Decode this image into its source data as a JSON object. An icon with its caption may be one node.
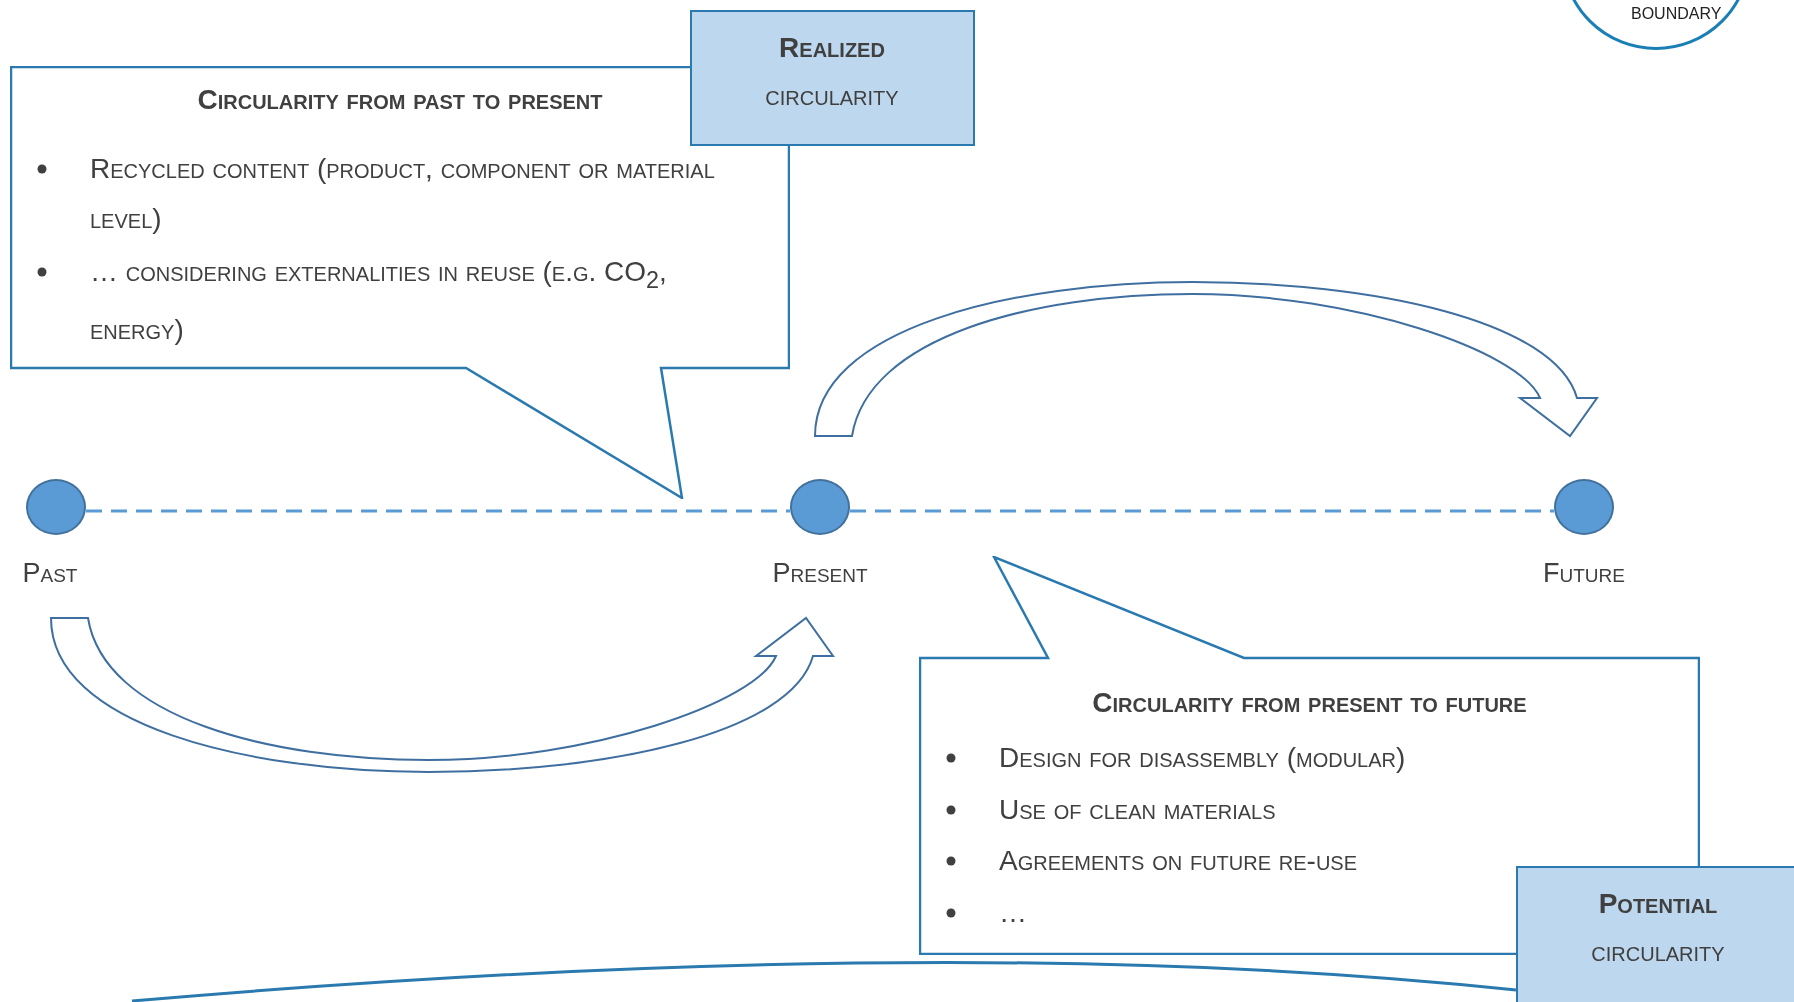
{
  "diagram": {
    "nodes": [
      {
        "text": [
          "Circularity from past to present",
          "Recycled content (product, component or material level)",
          "… considering externalities in reuse (e.g. CO$_{2}$, energy)"
        ]
      },
      {
        "text": [
          "Realized",
          "circularity"
        ]
      },
      {
        "text": [],
        "shape": "circle"
      },
      {
        "text": [],
        "shape": "circle"
      },
      {
        "text": [],
        "shape": "circle"
      },
      {
        "text": [
          "Circularity from present to future",
          "Design for disassembly (modular)",
          "Use of clean materials",
          "Agreements on future re-use",
          "…"
        ]
      },
      {
        "text": [
          "Potential",
          "circularity"
        ]
      },
      {
        "text": [
          "BOUNDARY"
        ]
      }
    ],
    "edges": [
      {
        "from": 2,
        "to": 3,
        "arrow": "none",
        "style": "dashed"
      },
      {
        "from": 3,
        "to": 4,
        "arrow": "none",
        "style": "dashed"
      },
      {
        "from": 2,
        "to": 3,
        "arrow": "to"
      },
      {
        "from": 3,
        "to": 4,
        "arrow": "to"
      },
      {
        "from": null,
        "to": 6,
        "arrow": "none"
      }
    ],
    "labels": [
      "Past",
      "Present",
      "Future"
    ]
  }
}
